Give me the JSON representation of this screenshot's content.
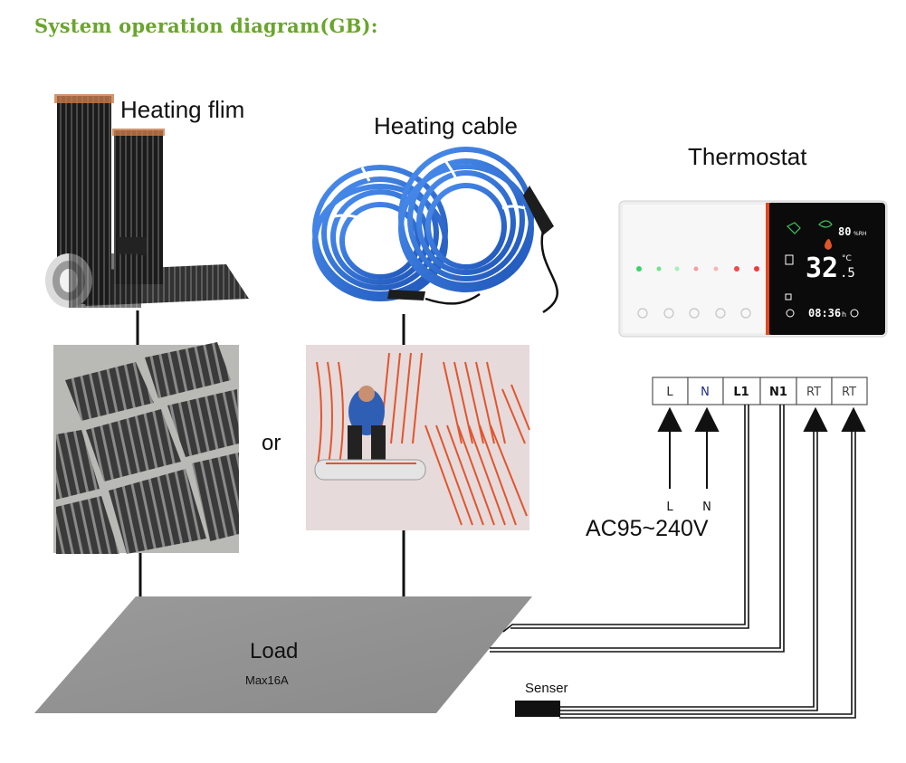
{
  "title": "System operation diagram(GB):",
  "products": {
    "heating_film": "Heating flim",
    "heating_cable": "Heating cable",
    "thermostat": "Thermostat"
  },
  "or_label": "or",
  "terminals": [
    {
      "label": "L",
      "color": "#2a2a2a"
    },
    {
      "label": "N",
      "color": "#1a2a8a"
    },
    {
      "label": "L1",
      "color": "#111111"
    },
    {
      "label": "N1",
      "color": "#111111"
    },
    {
      "label": "RT",
      "color": "#444444"
    },
    {
      "label": "RT",
      "color": "#444444"
    }
  ],
  "supply": {
    "l_label": "L",
    "n_label": "N",
    "voltage": "AC95~240V"
  },
  "load": {
    "title": "Load",
    "subtitle": "Max16A"
  },
  "sensor": {
    "label": "Senser"
  },
  "thermostat_display": {
    "humidity": "80",
    "humidity_unit": "%RH",
    "temp_main": "32",
    "temp_decimal": ".5",
    "temp_unit": "°C",
    "time": "08:36",
    "time_suffix": "h"
  },
  "colors": {
    "title": "#6aa52c",
    "cable_blue": "#2f6fd6",
    "accent_red": "#e0542a"
  }
}
